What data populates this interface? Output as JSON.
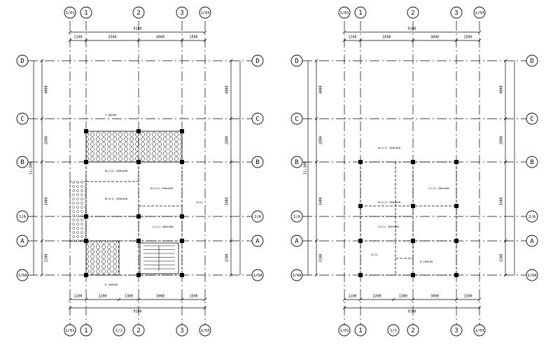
{
  "plans": [
    {
      "id": "left",
      "top_axes": [
        "1/01",
        "1",
        "2",
        "3",
        "1/03"
      ],
      "bottom_axes": [
        "1/01",
        "1",
        "1/1",
        "2",
        "3",
        "1/03"
      ],
      "left_axes": [
        "D",
        "C",
        "B",
        "1/A",
        "A",
        "1/0A"
      ],
      "right_axes": [
        "D",
        "C",
        "B",
        "2/A",
        "A",
        "1/0A"
      ],
      "top_total": "9100",
      "top_dims": [
        "1100",
        "3500",
        "4000",
        "1500"
      ],
      "bottom_total": "9100",
      "bottom_dims": [
        "1100",
        "2200",
        "1300",
        "3000",
        "1500"
      ],
      "left_total": "11,300",
      "left_dims": [
        "4000",
        "2800",
        "3400",
        "2100"
      ],
      "right_dims": [
        "4000",
        "2800",
        "3400",
        "2100"
      ],
      "notes": [
        "KL1(2) 200x400",
        "KL2(1) 200x400",
        "KL3(1) 200x400",
        "L1(1) 200x300",
        "B 10@200",
        "T 8@200",
        "2C14"
      ]
    },
    {
      "id": "right",
      "top_axes": [
        "1/01",
        "1",
        "2",
        "3",
        "1/03"
      ],
      "bottom_axes": [
        "1/01",
        "1",
        "1/1",
        "2",
        "3",
        "1/03"
      ],
      "left_axes": [
        "D",
        "C",
        "B",
        "1/A",
        "A",
        "1/0A"
      ],
      "right_axes": [
        "D",
        "C",
        "B",
        "2/A",
        "A",
        "1/0A"
      ],
      "top_total": "9100",
      "top_dims": [
        "1100",
        "3500",
        "3000",
        "1500"
      ],
      "bottom_total": "9100",
      "bottom_dims": [
        "1100",
        "2200",
        "1300",
        "3000",
        "1500"
      ],
      "left_total": "11,300",
      "left_dims": [
        "4000",
        "2800",
        "3400",
        "2100"
      ],
      "right_dims": [
        "4000",
        "2800",
        "3400",
        "2100"
      ],
      "notes": [
        "KL1(1) 200x400",
        "KL2(1) 200x400",
        "L1(1) 200x400",
        "L2(1) 200x300",
        "B 10@200",
        "2C14"
      ]
    }
  ]
}
